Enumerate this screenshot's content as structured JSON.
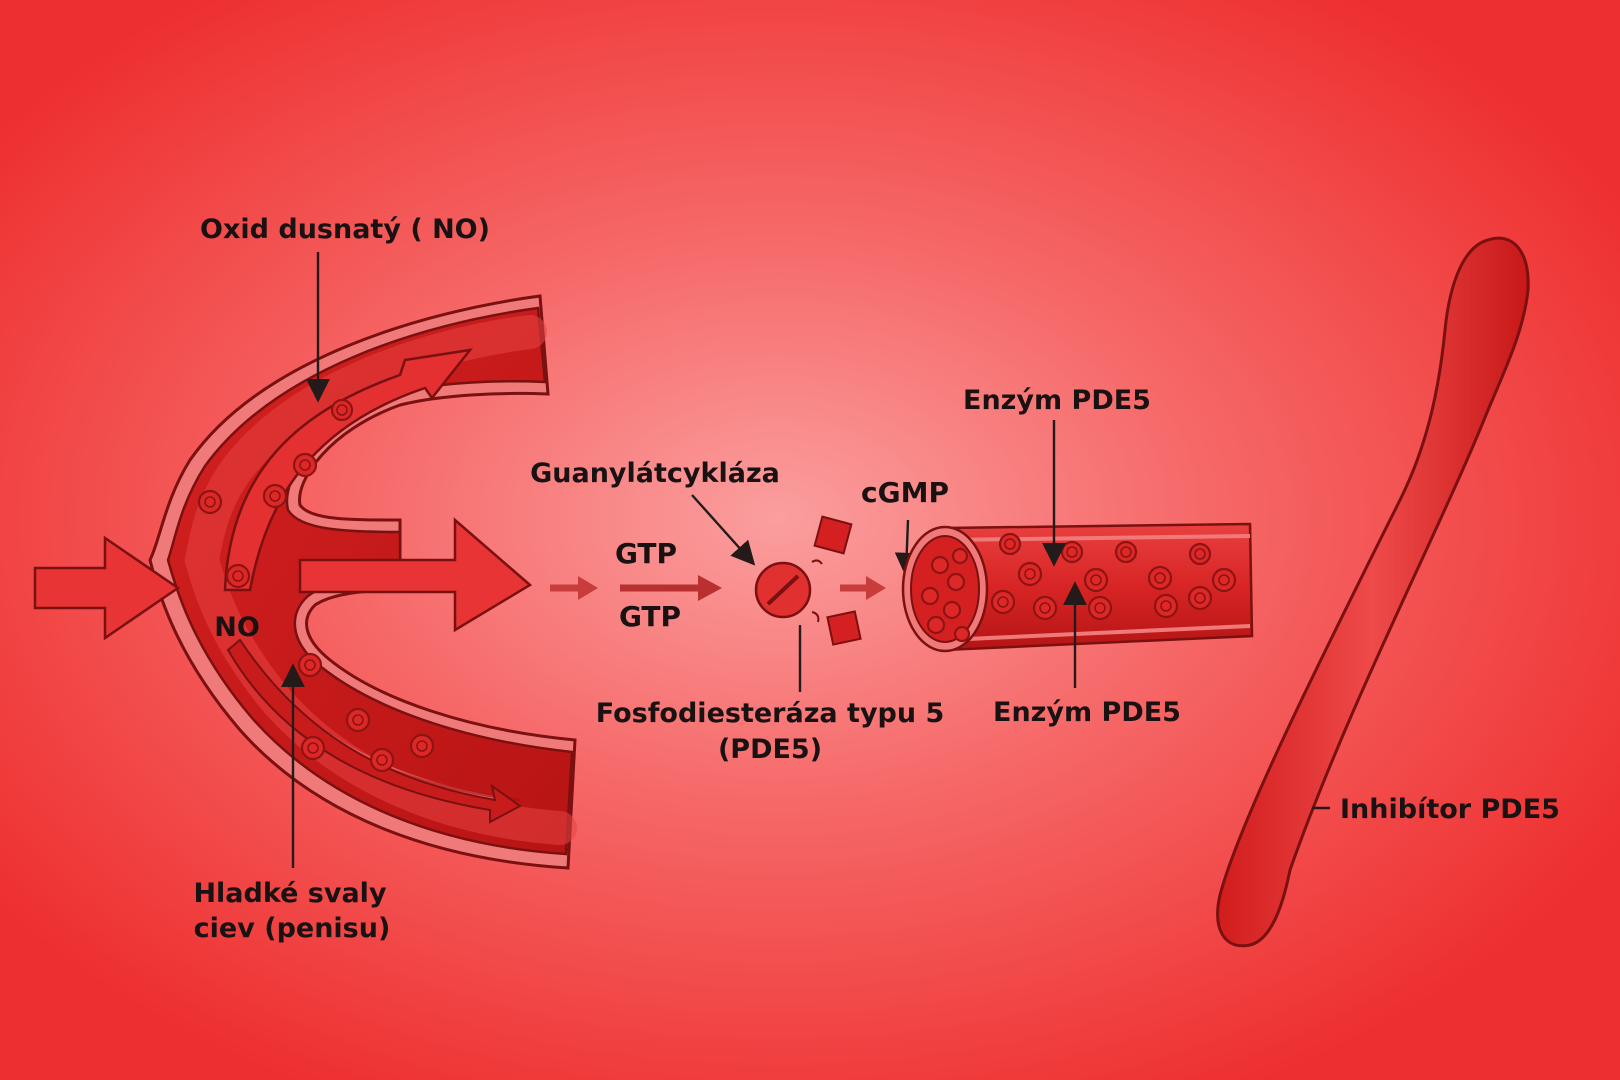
{
  "labels": {
    "oxid_dusnaty": "Oxid dusnatý ( NO)",
    "no": "NO",
    "hladke_svaly_line1": "Hladké svaly",
    "hladke_svaly_line2": "ciev (penisu)",
    "guanylatcyklaza": "Guanylátcykláza",
    "gtp_top": "GTP",
    "gtp_bottom": "GTP",
    "fosfodiesteraza_line1": "Fosfodiesteráza typu 5",
    "fosfodiesteraza_line2": "(PDE5)",
    "cgmp": "cGMP",
    "enzym_pde5_top": "Enzým PDE5",
    "enzym_pde5_bottom": "Enzým PDE5",
    "inhibitor_pde5": "Inhibítor PDE5"
  },
  "colors": {
    "background_center": "#fa9a9a",
    "background_edge": "#ee2f2f",
    "vessel_wall": "#c81818",
    "vessel_lumen": "#e63030",
    "outline": "#7a1010",
    "arrow_fill": "#e83434",
    "text": "#1a1212"
  }
}
